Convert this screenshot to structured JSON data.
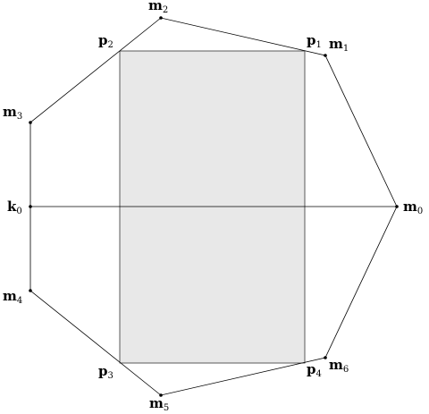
{
  "diagram": {
    "fill_color": "#e8e8e8",
    "stroke_color": "#000000",
    "labels": {
      "m0": {
        "base": "m",
        "sub": "0"
      },
      "m1": {
        "base": "m",
        "sub": "1"
      },
      "m2": {
        "base": "m",
        "sub": "2"
      },
      "m3": {
        "base": "m",
        "sub": "3"
      },
      "m4": {
        "base": "m",
        "sub": "4"
      },
      "m5": {
        "base": "m",
        "sub": "5"
      },
      "m6": {
        "base": "m",
        "sub": "6"
      },
      "k0": {
        "base": "k",
        "sub": "0"
      },
      "p1": {
        "base": "p",
        "sub": "1"
      },
      "p2": {
        "base": "p",
        "sub": "2"
      },
      "p3": {
        "base": "p",
        "sub": "3"
      },
      "p4": {
        "base": "p",
        "sub": "4"
      }
    }
  }
}
